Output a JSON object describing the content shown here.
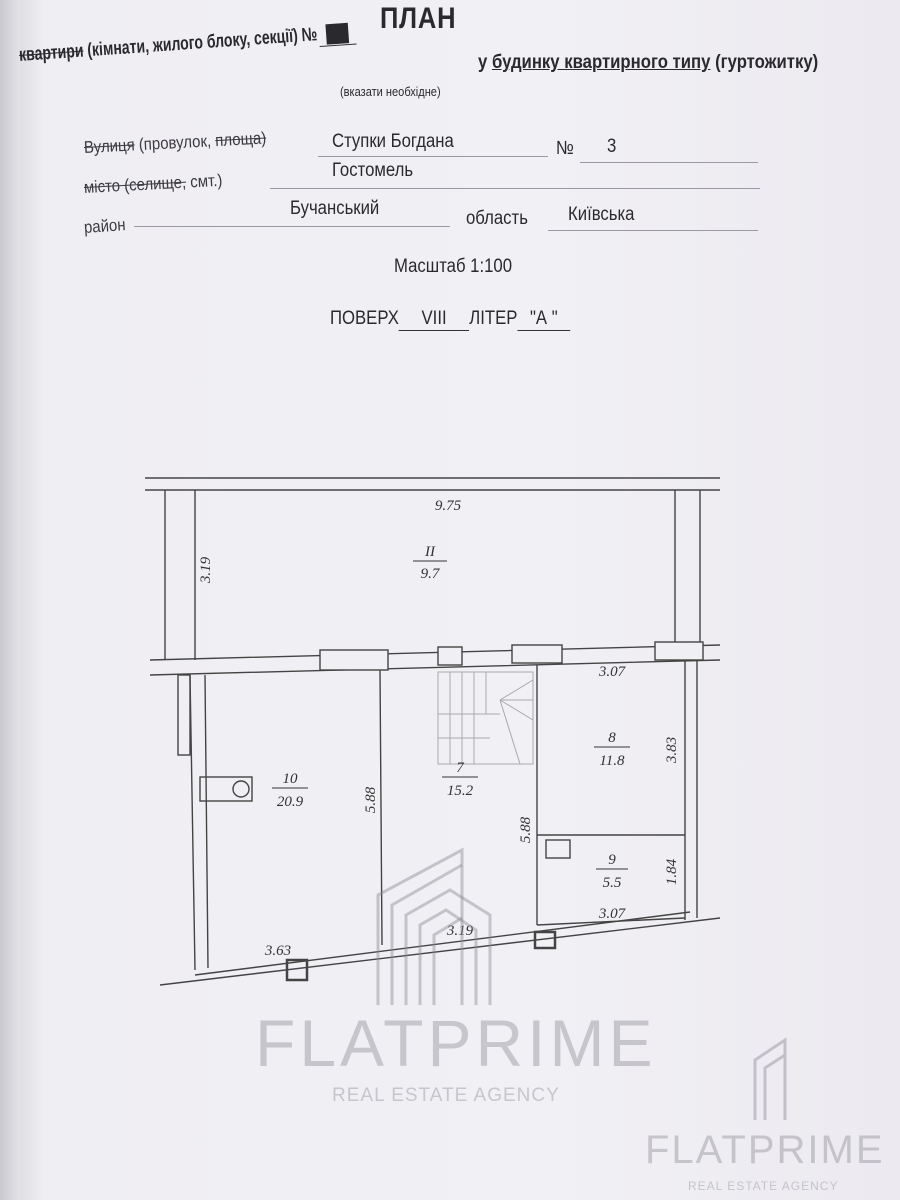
{
  "header": {
    "title": "ПЛАН",
    "line1_prefix": "квартири",
    "line1_rest": " (кімнати, жилого блоку, секції) №",
    "apartment_number": "▇▇",
    "line1_suffix": "у",
    "building_type": "будинку квартирного типу",
    "dormitory": "(гуртожитку)",
    "hint": "(вказати необхідне)"
  },
  "address": {
    "street_label_struck": "Вулиця",
    "street_label": "(провулок,",
    "street_label_struck2": "площа)",
    "street_value": "Ступки Богдана",
    "number_label": "№",
    "number_value": "3",
    "city_label_struck": "місто (селище,",
    "city_label": "смт.)",
    "city_value": "Гостомель",
    "district_label": "район",
    "district_value": "Бучанський",
    "region_label": "область",
    "region_value": "Київська"
  },
  "scale": "Масштаб  1:100",
  "floor": {
    "label": "ПОВЕРХ",
    "value": "VIII",
    "letter_label": "ЛІТЕР",
    "letter_value": "\"А \""
  },
  "plan": {
    "balcony": {
      "number": "II",
      "area": "9.7"
    },
    "rooms": [
      {
        "number": "10",
        "area": "20.9"
      },
      {
        "number": "7",
        "area": "15.2"
      },
      {
        "number": "8",
        "area": "11.8"
      },
      {
        "number": "9",
        "area": "5.5"
      }
    ],
    "dimensions": {
      "balcony_width": "9.75",
      "balcony_depth": "3.19",
      "room8_width": "3.07",
      "room8_depth": "3.83",
      "room9_width": "3.07",
      "room9_depth": "1.84",
      "room10_depth": "5.88",
      "room7_depth": "5.88",
      "room10_width": "3.63",
      "room7_width": "3.19"
    }
  },
  "watermark": {
    "brand": "FLATPRIME",
    "tagline": "REAL ESTATE AGENCY"
  }
}
